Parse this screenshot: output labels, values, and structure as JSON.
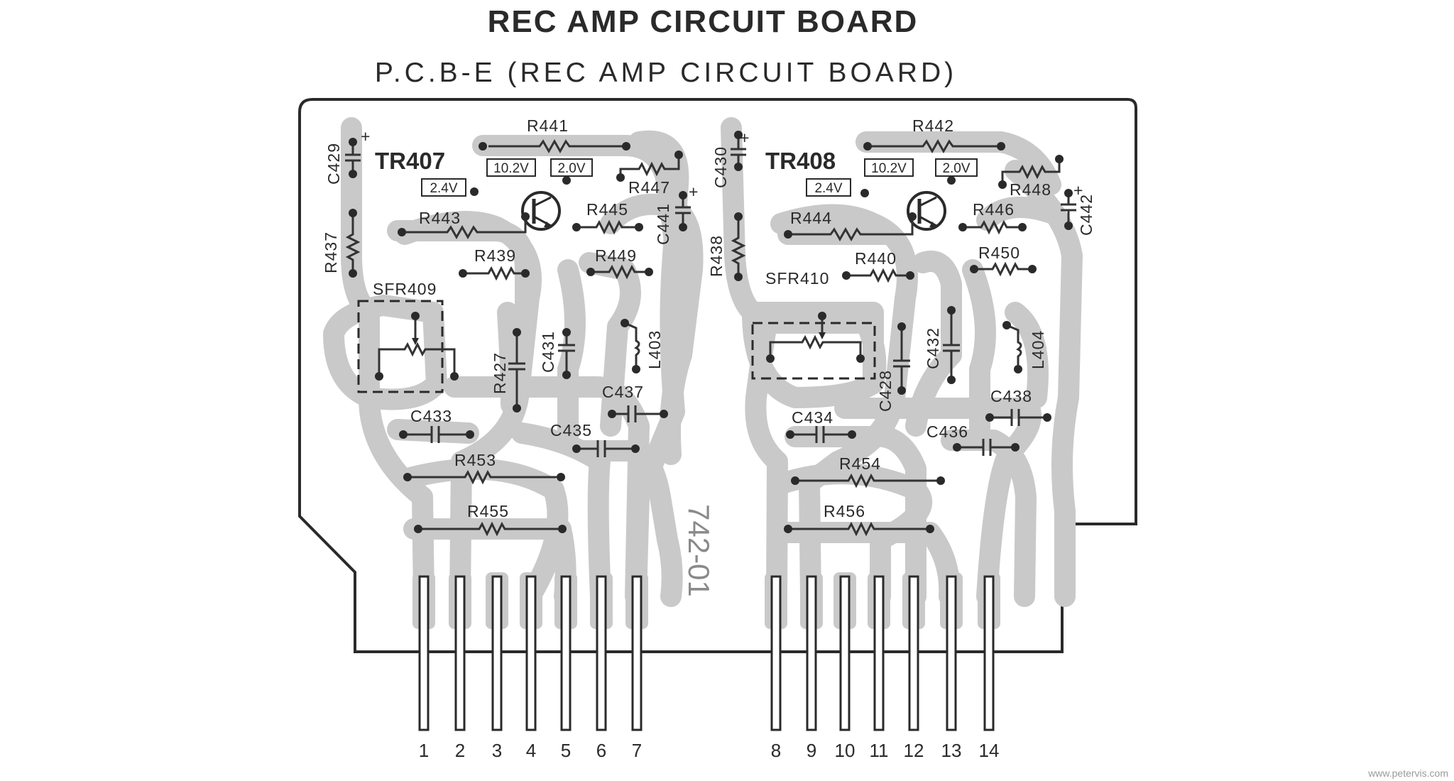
{
  "title": "REC AMP CIRCUIT BOARD",
  "subtitle": "P.C.B-E (REC AMP CIRCUIT BOARD)",
  "board_part_number": "742-01",
  "credit": "www.petervis.com",
  "transistors": [
    "TR407",
    "TR408"
  ],
  "voltages": {
    "left": [
      "2.4V",
      "10.2V",
      "2.0V"
    ],
    "right": [
      "2.4V",
      "10.2V",
      "2.0V"
    ]
  },
  "resistors": [
    "R441",
    "R442",
    "R443",
    "R444",
    "R445",
    "R446",
    "R447",
    "R448",
    "R437",
    "R438",
    "R439",
    "R440",
    "R449",
    "R450",
    "R427",
    "R453",
    "R454",
    "R455",
    "R456"
  ],
  "capacitors": [
    "C429",
    "C430",
    "C441",
    "C442",
    "C431",
    "C428",
    "C432",
    "C433",
    "C434",
    "C435",
    "C436",
    "C437",
    "C438"
  ],
  "inductors": [
    "L403",
    "L404"
  ],
  "sfr": [
    "SFR409",
    "SFR410"
  ],
  "pins": [
    "1",
    "2",
    "3",
    "4",
    "5",
    "6",
    "7",
    "8",
    "9",
    "10",
    "11",
    "12",
    "13",
    "14"
  ]
}
